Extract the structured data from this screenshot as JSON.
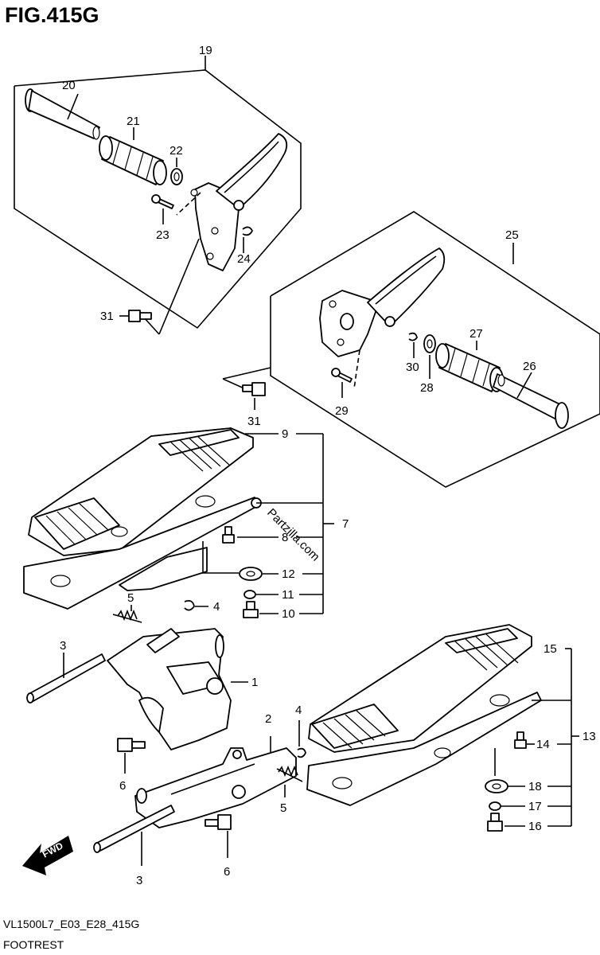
{
  "figure": {
    "title": "FIG.415G",
    "model_code": "VL1500L7_E03_E28_415G",
    "subtitle": "FOOTREST",
    "watermark": "Partzilla.com",
    "fwd_label": "FWD"
  },
  "callouts": {
    "c1": "1",
    "c2": "2",
    "c3a": "3",
    "c3b": "3",
    "c4a": "4",
    "c4b": "4",
    "c5a": "5",
    "c5b": "5",
    "c6a": "6",
    "c6b": "6",
    "c7": "7",
    "c8": "8",
    "c9": "9",
    "c10": "10",
    "c11": "11",
    "c12": "12",
    "c13": "13",
    "c14": "14",
    "c15": "15",
    "c16": "16",
    "c17": "17",
    "c18": "18",
    "c19": "19",
    "c20": "20",
    "c21": "21",
    "c22": "22",
    "c23": "23",
    "c24": "24",
    "c25": "25",
    "c26": "26",
    "c27": "27",
    "c28": "28",
    "c29": "29",
    "c30": "30",
    "c31a": "31",
    "c31b": "31"
  },
  "icons": {
    "fwd": "fwd-arrow-icon"
  }
}
